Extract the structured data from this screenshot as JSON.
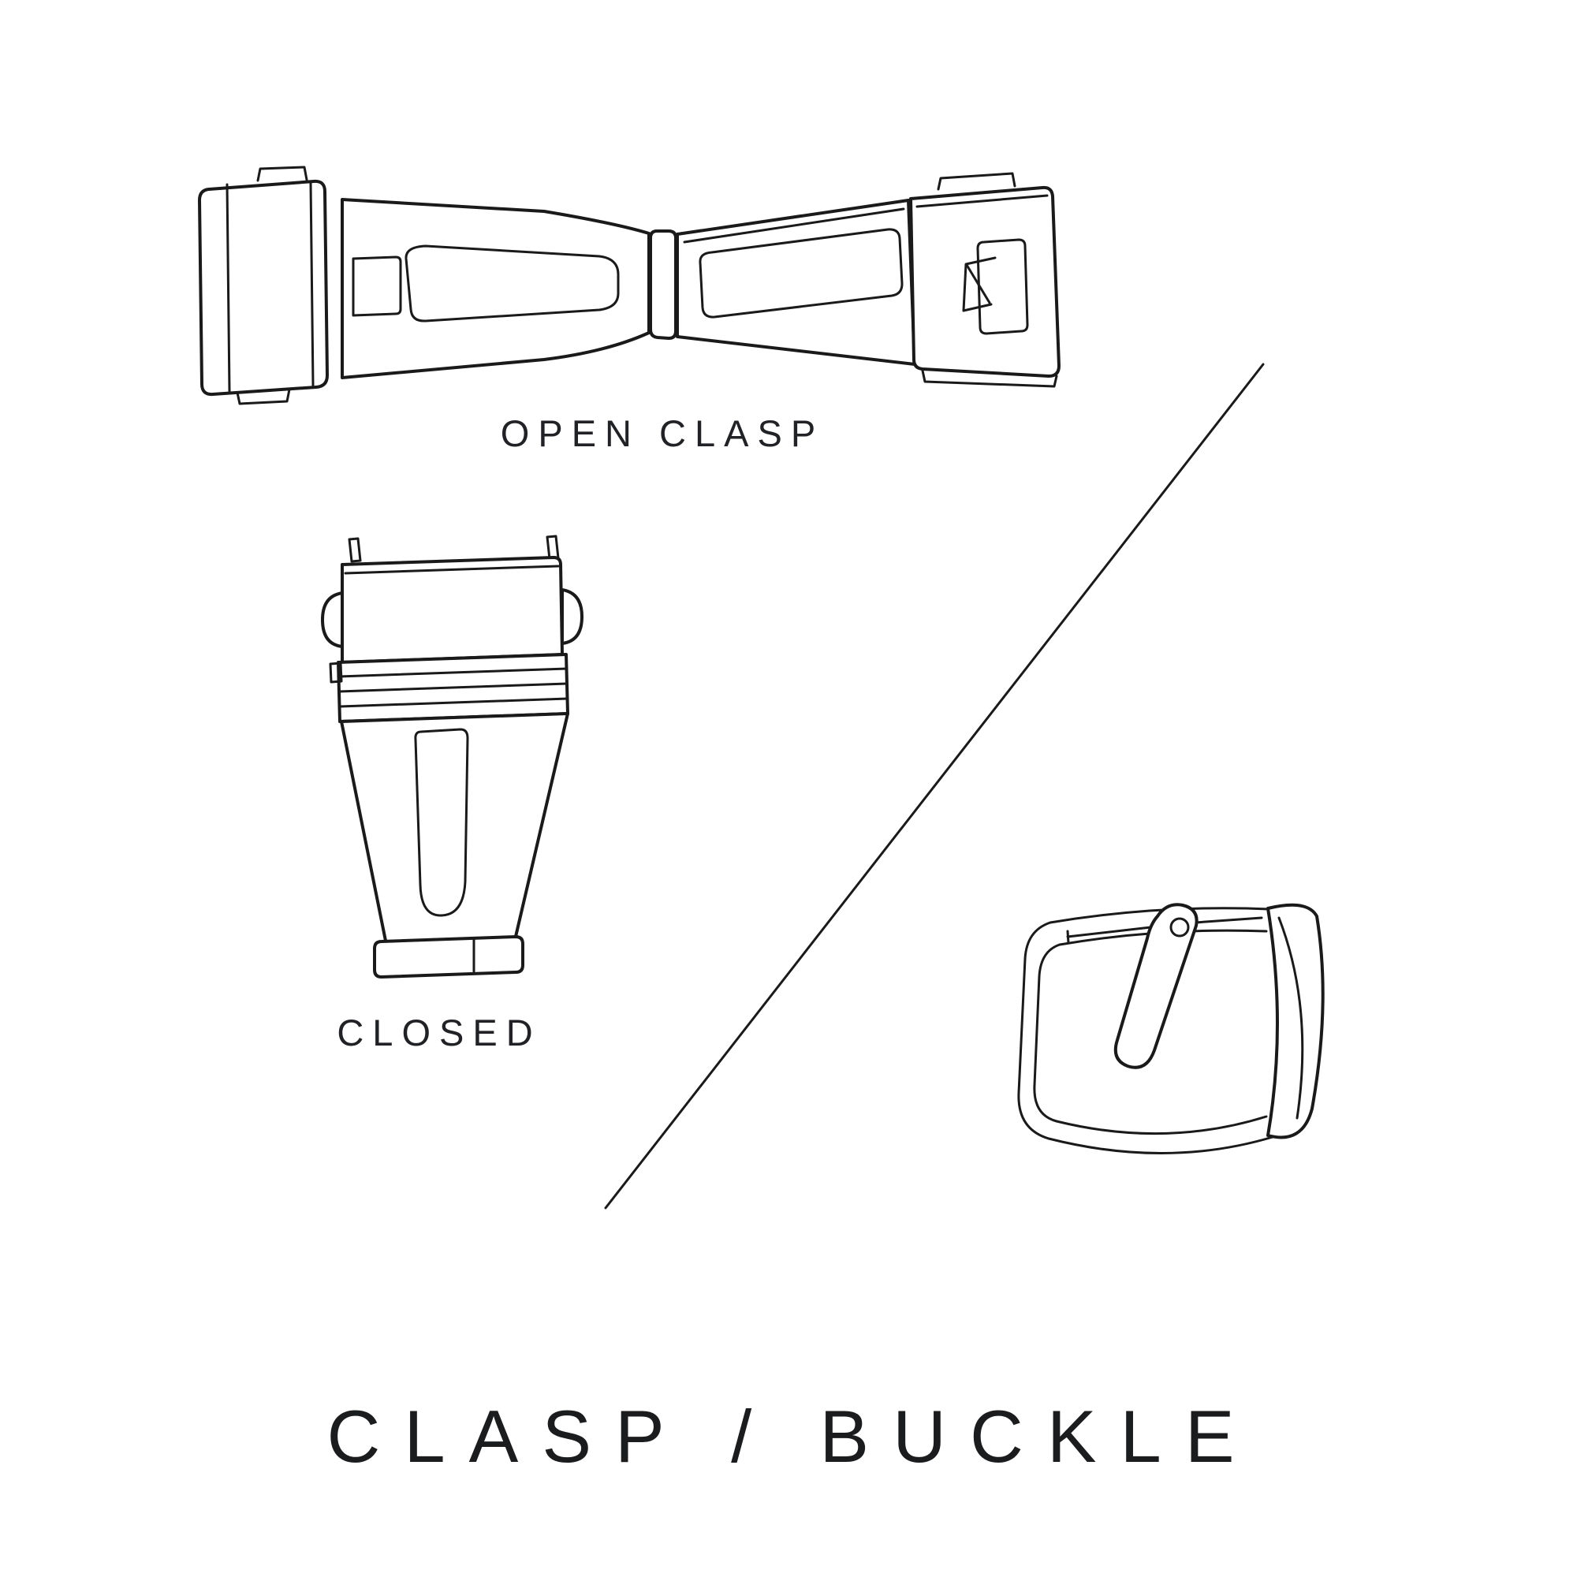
{
  "page": {
    "background_color": "#ffffff",
    "line_color": "#1a1a1a",
    "text_color": "#212226"
  },
  "diagram": {
    "title": "CLASP / BUCKLE",
    "figures": [
      {
        "id": "open-clasp",
        "label": "OPEN CLASP"
      },
      {
        "id": "closed-clasp",
        "label": "CLOSED"
      },
      {
        "id": "buckle",
        "label": ""
      }
    ]
  }
}
